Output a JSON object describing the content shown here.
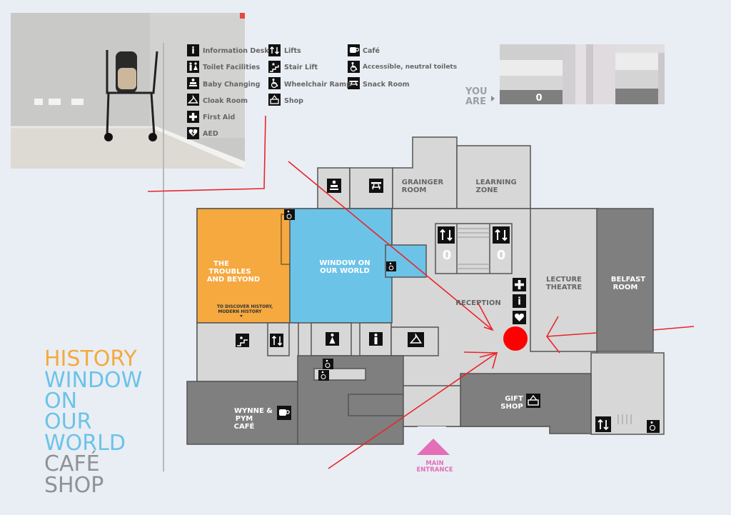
{
  "legend": {
    "information_desk": "Information Desk",
    "toilet_facilities": "Toilet Facilities",
    "baby_changing": "Baby Changing",
    "cloak_room": "Cloak Room",
    "first_aid": "First Aid",
    "aed": "AED",
    "lifts": "Lifts",
    "stair_lift": "Stair Lift",
    "wheelchair_ramp": "Wheelchair Ramp",
    "shop": "Shop",
    "cafe": "Café",
    "accessible_toilets": "Accessible, neutral toilets",
    "snack_room": "Snack Room"
  },
  "you_are_here": {
    "line1": "YOU",
    "line2": "ARE",
    "indicator_value": "0"
  },
  "rooms": {
    "grainger_room": [
      "GRAINGER",
      "ROOM"
    ],
    "learning_zone": [
      "LEARNING",
      "ZONE"
    ],
    "troubles": [
      "THE",
      "TROUBLES",
      "AND BEYOND"
    ],
    "troubles_sub": [
      "TO DISCOVER HISTORY,",
      "MODERN HISTORY"
    ],
    "window_on_our_world": [
      "WINDOW ON",
      "OUR WORLD"
    ],
    "reception": "RECEPTION",
    "lecture_theatre": [
      "LECTURE",
      "THEATRE"
    ],
    "belfast_room": [
      "BELFAST",
      "ROOM"
    ],
    "wynne_pym_cafe": [
      "WYNNE &",
      "PYM",
      "CAFÉ"
    ],
    "gift_shop": [
      "GIFT",
      "SHOP"
    ],
    "main_entrance": [
      "MAIN",
      "ENTRANCE"
    ]
  },
  "lift_counters": [
    "0",
    "0"
  ],
  "categories": [
    {
      "text": "HISTORY",
      "color": "#f5a93f"
    },
    {
      "text": "WINDOW",
      "color": "#6cc3e8"
    },
    {
      "text": "ON",
      "color": "#6cc3e8"
    },
    {
      "text": "OUR",
      "color": "#6cc3e8"
    },
    {
      "text": "WORLD",
      "color": "#6cc3e8"
    },
    {
      "text": "CAFÉ",
      "color": "#8e9196"
    },
    {
      "text": "SHOP",
      "color": "#8e9196"
    }
  ],
  "colors": {
    "background": "#e9eef4",
    "corridor": "#d7d7d7",
    "dark_room": "#7f7f7f",
    "history": "#f5a93f",
    "window": "#6cc3e8",
    "entrance": "#e36fb6",
    "marker": "#ff0000",
    "arrow": "#e8252b"
  }
}
